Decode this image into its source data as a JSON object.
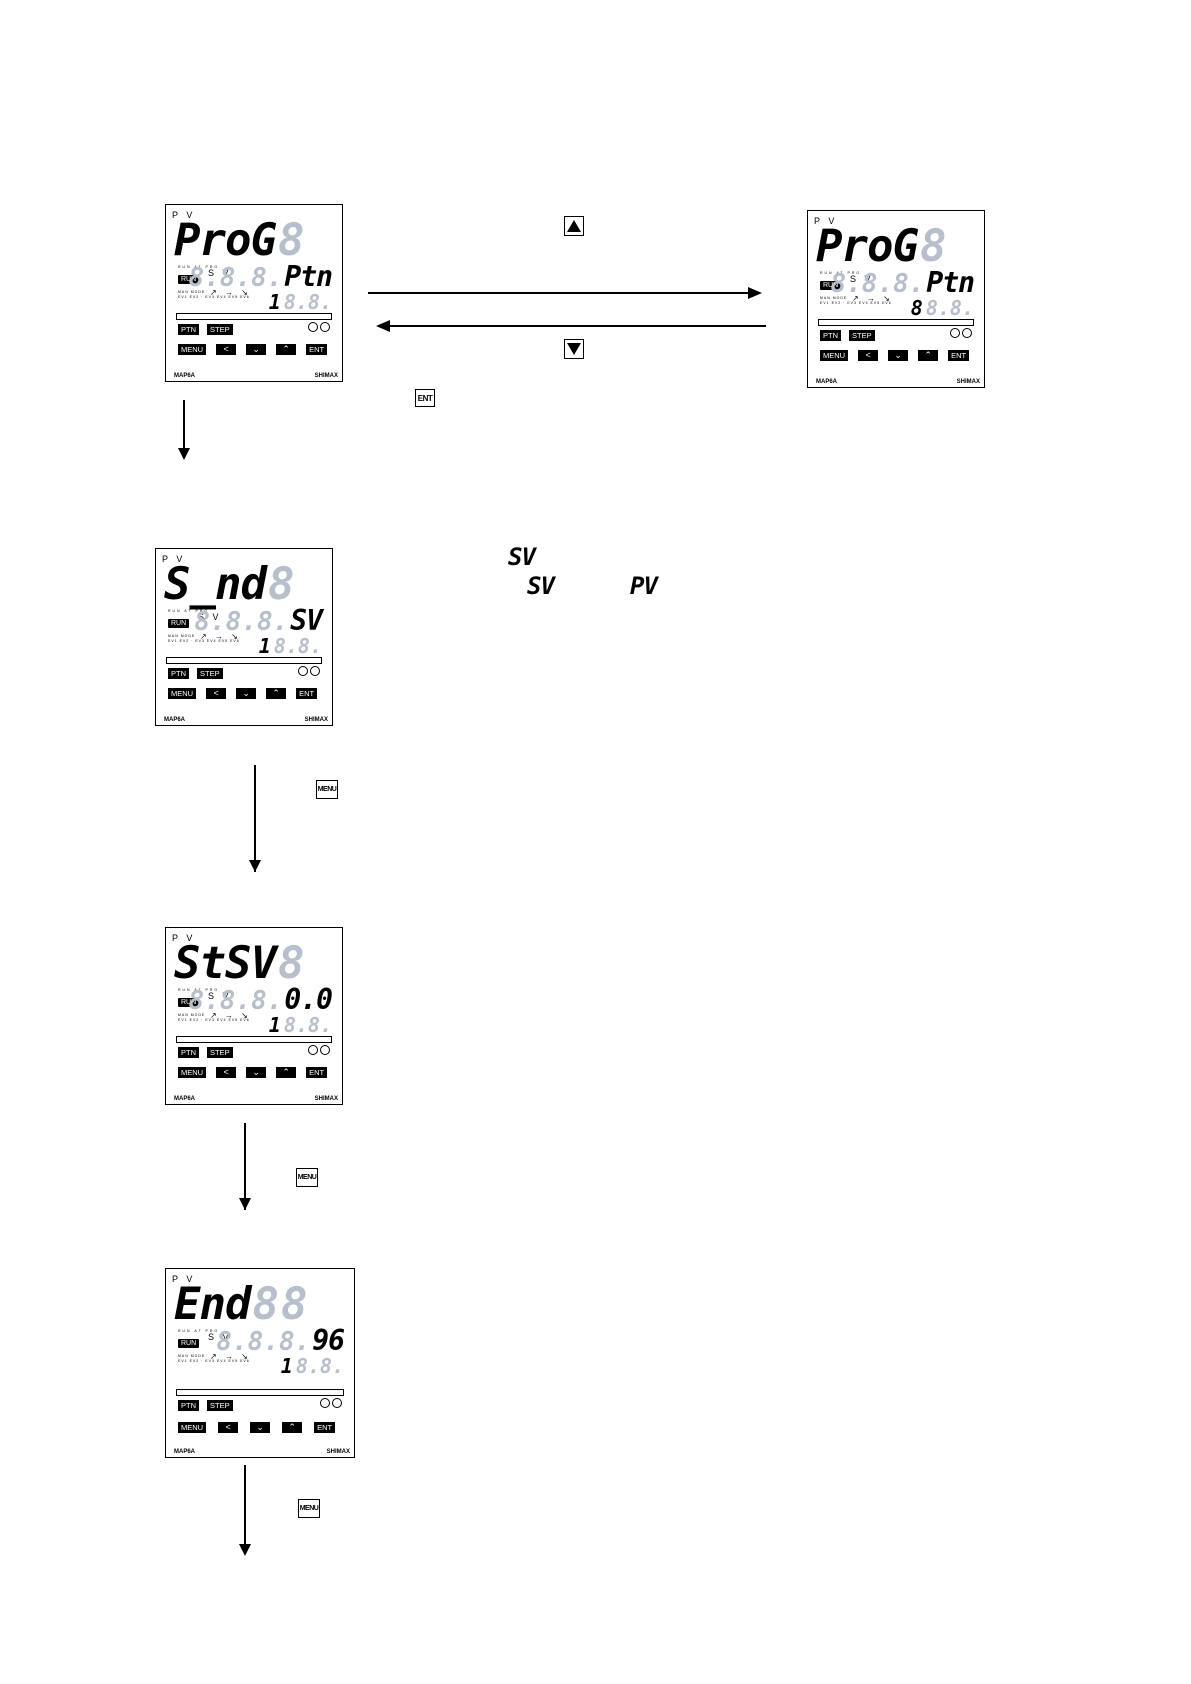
{
  "common": {
    "pv_label": "P V",
    "sv_label": "S V",
    "run": "RUN",
    "ptn": "PTN",
    "step": "STEP",
    "menu": "MENU",
    "ent": "ENT",
    "left_arrow": "<",
    "down_arrow": "⌄",
    "up_arrow": "⌃",
    "model": "MAP6A",
    "brand": "SHIMAX",
    "ghost_digit": "8",
    "ghost_sv": "8.8.8.",
    "ghost_step": "8.8.",
    "mini_top": "RUN AT PRG",
    "mini_mid": "MAN MODE",
    "mini_bot": "EV1 EV2 · EV3 EV4 EV5 EV6",
    "trend": "↗ → ↘"
  },
  "panels": {
    "prog_ptn1": {
      "pv": "ProG",
      "sv": "Ptn",
      "step": "1"
    },
    "prog_ptn8": {
      "pv": "ProG",
      "sv": "Ptn",
      "step": "8"
    },
    "send_sv": {
      "pv": "S_nd",
      "sv": "SV",
      "step": "1"
    },
    "stsv": {
      "pv": "StSV",
      "sv": "0.0",
      "step": "1"
    },
    "end": {
      "pv": "End",
      "sv": "96",
      "step": "1"
    }
  },
  "keys": {
    "ent": "ENT",
    "menu": "MENU"
  },
  "notes": {
    "sv_symbol": "SV",
    "sv_symbol2": "SV",
    "pv_symbol": "PV"
  }
}
